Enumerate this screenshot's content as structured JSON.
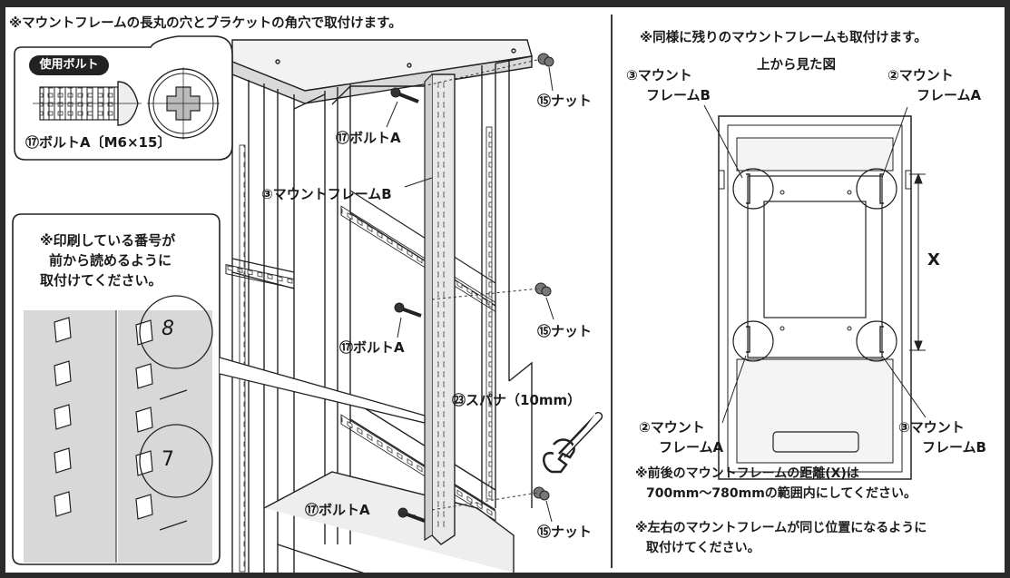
{
  "left_panel": {
    "heading": "※マウントフレームの長丸の穴とブラケットの角穴で取付けます。",
    "bolt_badge": "使用ボルト",
    "bolt_spec": "⑰ボルトA〔M6×15〕",
    "callouts": {
      "nut_top": "⑮ナット",
      "bolt_top": "⑰ボルトA",
      "frame_b": "③マウントフレームB",
      "bolt_mid": "⑰ボルトA",
      "nut_mid": "⑮ナット",
      "spanner": "㉓スパナ（10mm）",
      "bolt_bottom": "⑰ボルトA",
      "nut_bottom": "⑮ナット"
    },
    "print_note": [
      "※印刷している番号が",
      "前から読めるように",
      "取付けてください。"
    ],
    "number_8": "8",
    "number_7": "7"
  },
  "right_panel": {
    "heading": "※同様に残りのマウントフレームも取付けます。",
    "subheading": "上から見た図",
    "labels": {
      "tl_1": "③マウント",
      "tl_2": "フレームB",
      "tr_1": "②マウント",
      "tr_2": "フレームA",
      "bl_1": "②マウント",
      "bl_2": "フレームA",
      "br_1": "③マウント",
      "br_2": "フレームB"
    },
    "x_label": "X",
    "notes": [
      "※前後のマウントフレームの距離(X)は",
      "700mm〜780mmの範囲内にしてください。",
      "※左右のマウントフレームが同じ位置になるように",
      "取付けてください。"
    ]
  }
}
